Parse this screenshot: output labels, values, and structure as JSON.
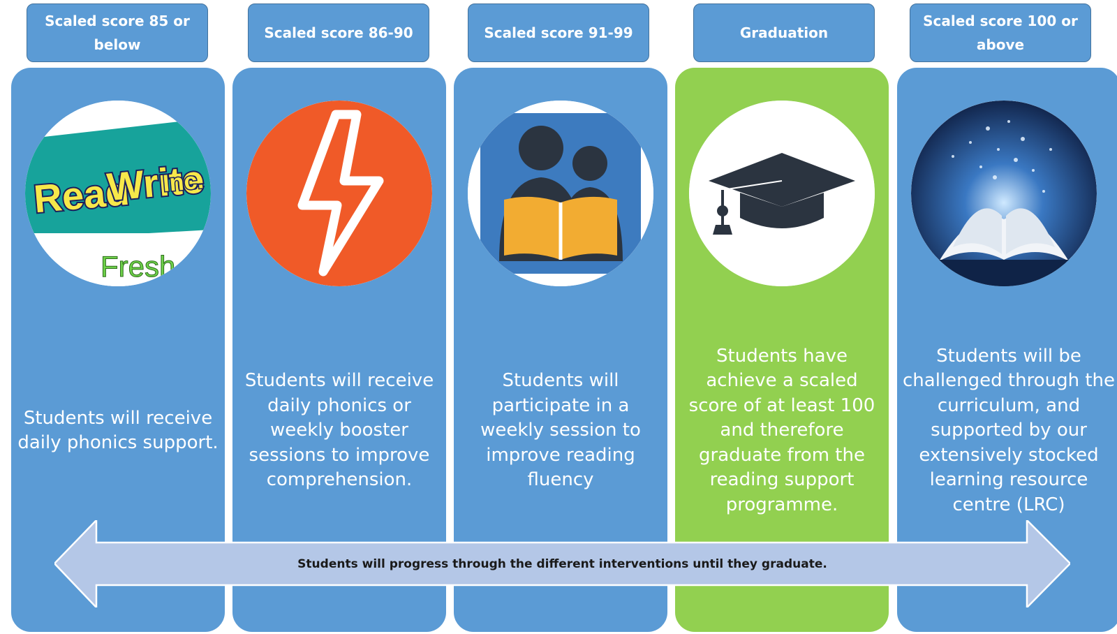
{
  "columns": [
    {
      "header": "Scaled score 85 or below",
      "image": "read-write-inc-fresh-start-logo",
      "logo_text": {
        "line1_a": "Read",
        "line1_b": "Write",
        "line1_c": "Inc.",
        "line2": "Fresh Start"
      },
      "description": "Students will receive daily phonics support.",
      "color": "#5b9bd5"
    },
    {
      "header": "Scaled score 86-90",
      "image": "lightning-bolt-icon",
      "description": "Students will receive daily phonics or weekly booster sessions to improve comprehension.",
      "color": "#5b9bd5"
    },
    {
      "header": "Scaled score 91-99",
      "image": "reading-together-icon",
      "description": "Students will participate in a weekly session to improve reading fluency",
      "color": "#5b9bd5"
    },
    {
      "header": "Graduation",
      "image": "graduation-cap-icon",
      "description": "Students have achieve a scaled score of at least 100 and therefore graduate from the reading support programme.",
      "color": "#92d050"
    },
    {
      "header": "Scaled score 100 or above",
      "image": "magic-open-book-image",
      "description": "Students will  be challenged through the curriculum, and supported by our extensively stocked learning resource centre (LRC)",
      "color": "#5b9bd5"
    }
  ],
  "progress_arrow": {
    "text": "Students will progress through the different interventions until they graduate.",
    "color": "#b4c7e7"
  },
  "colors": {
    "header_fill": "#5b9bd5",
    "column_blue": "#5b9bd5",
    "column_green": "#92d050",
    "bolt_circle": "#f05a28",
    "book_yellow": "#f2ac32"
  }
}
